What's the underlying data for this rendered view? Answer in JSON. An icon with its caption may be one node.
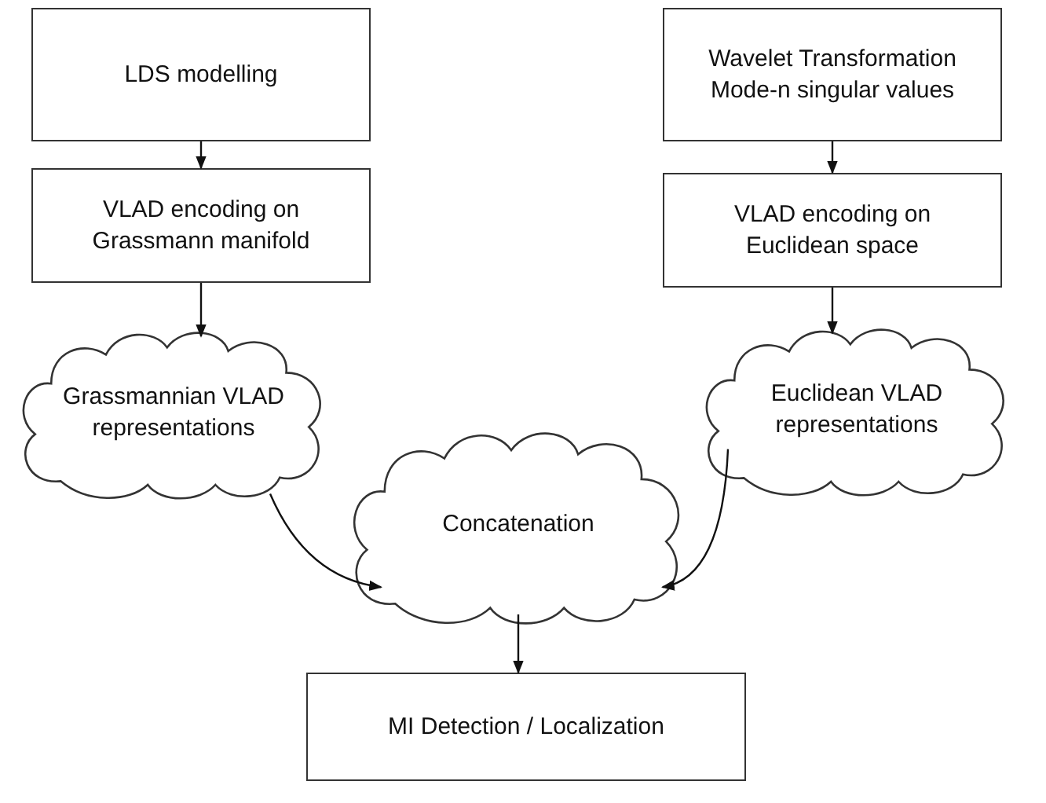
{
  "diagram": {
    "nodes": [
      {
        "text": [
          "LDS modelling"
        ]
      },
      {
        "text": [
          "VLAD encoding on Grassmann manifold"
        ]
      },
      {
        "text": [
          "Grassmannian VLAD representations"
        ]
      },
      {
        "text": [
          "Wavelet Transformation Mode-n singular values"
        ]
      },
      {
        "text": [
          "VLAD encoding on Euclidean space"
        ]
      },
      {
        "text": [
          "Euclidean VLAD representations"
        ]
      },
      {
        "text": [
          "Concatenation"
        ]
      },
      {
        "text": [
          "MI Detection / Localization"
        ]
      }
    ],
    "edges": [
      {
        "from": 0,
        "to": 1,
        "arrow": "to"
      },
      {
        "from": 1,
        "to": 2,
        "arrow": "to"
      },
      {
        "from": 3,
        "to": 4,
        "arrow": "to"
      },
      {
        "from": 4,
        "to": 5,
        "arrow": "to"
      },
      {
        "from": 2,
        "to": 6,
        "arrow": "to"
      },
      {
        "from": 5,
        "to": 6,
        "arrow": "to"
      },
      {
        "from": 6,
        "to": 7,
        "arrow": "to"
      }
    ]
  }
}
